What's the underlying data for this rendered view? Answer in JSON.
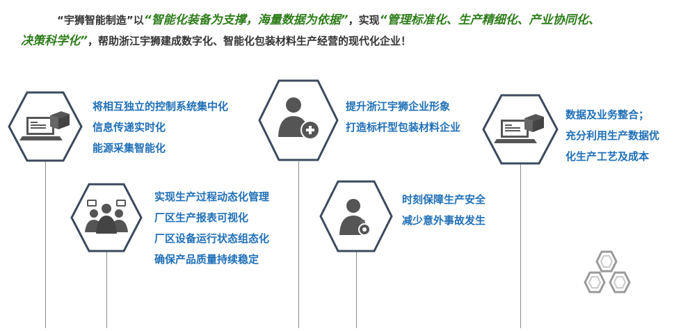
{
  "intro": {
    "p1": "“宇狮智能制造”以",
    "e1": "“智能化装备为支撑，海量数据为依据”",
    "p2": "，实现",
    "e2a": "“管理标准化、生产精细化、产业协同化、",
    "e2b": "决策科学化”",
    "p3": "，帮助浙江宇狮建成数字化、智能化包装材料生产经营的现代化企业！"
  },
  "colors": {
    "accent_text": "#1f6fb7",
    "emphasis": "#2e7d1a",
    "hex_border": "#3b4a5c",
    "icon": "#555555"
  },
  "items": [
    {
      "icon": "laptop-box-icon",
      "lines": [
        "将相互独立的控制系统集中化",
        "信息传递实时化",
        "能源采集智能化"
      ]
    },
    {
      "icon": "meeting-people-icon",
      "lines": [
        "实现生产过程动态化管理",
        "厂区生产报表可视化",
        "厂区设备运行状态组态化",
        "确保产品质量持续稳定"
      ]
    },
    {
      "icon": "person-plus-icon",
      "lines": [
        "提升浙江宇狮企业形象",
        "打造标杆型包装材料企业"
      ]
    },
    {
      "icon": "person-medal-icon",
      "lines": [
        "时刻保障生产安全",
        "减少意外事故发生"
      ]
    },
    {
      "icon": "laptop-box-icon",
      "lines": [
        "数据及业务整合；",
        "充分利用生产数据优",
        "化生产工艺及成本"
      ]
    }
  ]
}
